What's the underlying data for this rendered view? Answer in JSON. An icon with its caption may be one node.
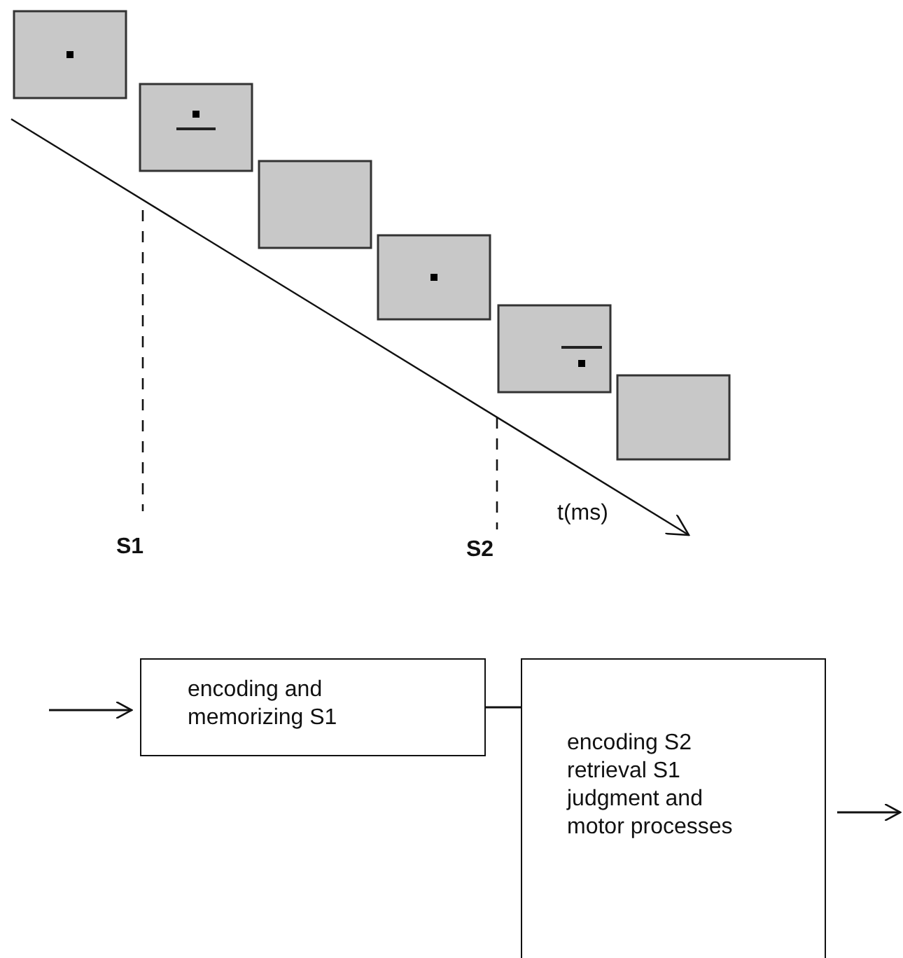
{
  "diagram": {
    "nodes": [
      {
        "text": [
          "encoding and memorizing S1"
        ]
      },
      {
        "text": [
          "encoding S2 retrieval S1 judgment and motor processes"
        ]
      }
    ],
    "edges": [
      {
        "from": null,
        "to": 0,
        "arrow": "to"
      },
      {
        "from": 0,
        "to": 1,
        "arrow": "none"
      },
      {
        "from": 1,
        "to": null,
        "arrow": "to"
      }
    ],
    "labels": [
      "t(ms)",
      "S1",
      "S2"
    ]
  }
}
